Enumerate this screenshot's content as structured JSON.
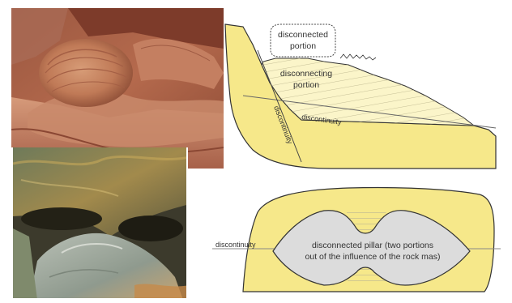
{
  "top_diagram": {
    "disconnected_label": [
      "disconnected",
      "portion"
    ],
    "disconnecting_label": [
      "disconnecting",
      "portion"
    ],
    "discontinuity_label_a": "discontinuity",
    "discontinuity_label_b": "discontinuity"
  },
  "bottom_diagram": {
    "pillar_label": [
      "disconnected pillar (two portions",
      "out of the influence of the rock mas)"
    ],
    "discontinuity_label": "discontinuity"
  },
  "colors": {
    "rock_yellow": "#f6e88a",
    "pale_yellow": "#fbf5c9",
    "pillar_grey": "#dcdcdc",
    "outline": "#333333"
  },
  "photos": {
    "top": "sandstone-rock-photo",
    "bottom": "cave-pillar-photo"
  }
}
